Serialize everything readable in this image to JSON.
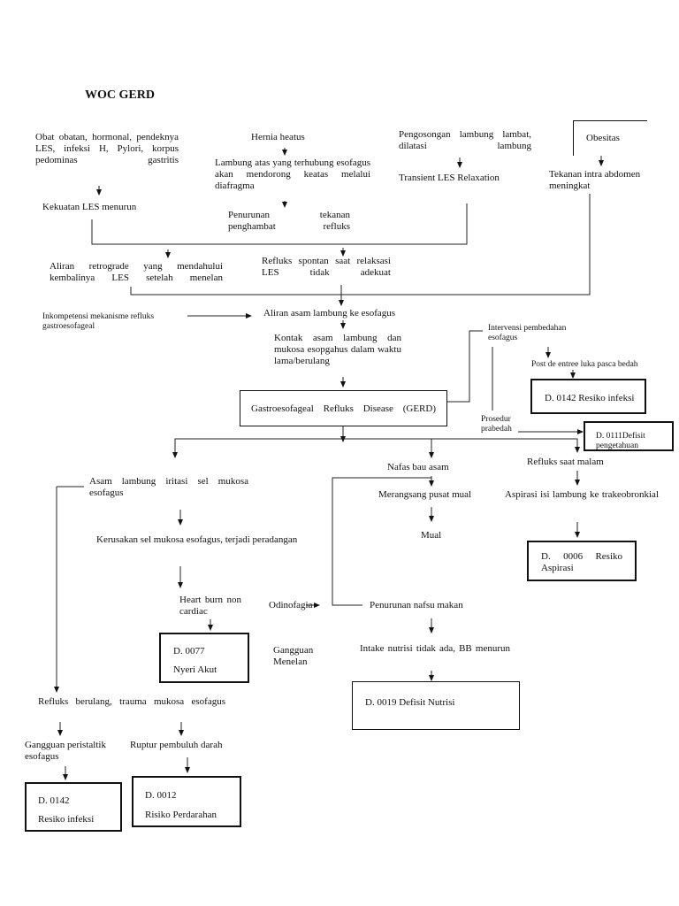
{
  "title": "WOC GERD",
  "nodes": {
    "obat": "Obat obatan, hormonal, pendeknya LES, infeksi H, Pylori, korpus pedominas gastritis",
    "kekuatan_les": "Kekuatan LES menurun",
    "hernia": "Hernia heatus",
    "lambung_atas": "Lambung atas yang terhubung esofagus akan mendorong keatas melalui diafragma",
    "penurunan_tekanan": "Penurunan tekanan penghambat refluks",
    "pengosongan": "Pengosongan lambung lambat, dilatasi lambung",
    "transient": "Transient LES Relaxation",
    "obesitas": "Obesitas",
    "tekanan_abdomen": "Tekanan intra abdomen meningkat",
    "aliran_retrograde": "Aliran retrograde yang mendahului kembalinya LES setelah menelan",
    "refluks_spontan": "Refluks spontan saat relaksasi LES tidak adekuat",
    "inkompetensi": "Inkompetensi mekanisme refluks gastroesofageal",
    "aliran_asam": "Aliran asam lambung ke esofagus",
    "kontak_asam": "Kontak asam lambung dan mukosa esopgahus dalam waktu lama/berulang",
    "gerd": "Gastroesofageal Refluks Disease (GERD)",
    "intervensi": "Intervensi pembedahan esofagus",
    "post_de_entree": "Post de entree luka pasca bedah",
    "d0142_top": "D. 0142 Resiko infeksi",
    "prosedur": "Prosedur prabedah",
    "d0111": "D. 0111Defisit pengetahuan",
    "asam_iritasi": "Asam lambung iritasi sel mukosa esofagus",
    "kerusakan": "Kerusakan sel mukosa esofagus, terjadi peradangan",
    "heart_burn": "Heart burn non cardiac",
    "d0077_code": "D. 0077",
    "d0077_label": "Nyeri Akut",
    "odinofagia": "Odinofagia",
    "gangguan_menelan": "Gangguan Menelan",
    "nafas_bau": "Nafas bau asam",
    "merangsang": "Merangsang pusat mual",
    "mual": "Mual",
    "penurunan_nafsu": "Penurunan nafsu makan",
    "intake": "Intake nutrisi tidak ada, BB menurun",
    "d0019": "D. 0019 Defisit Nutrisi",
    "refluks_malam": "Refluks saat malam",
    "aspirasi": "Aspirasi isi lambung ke trakeobronkial",
    "d0006": "D. 0006 Resiko Aspirasi",
    "refluks_berulang": "Refluks berulang, trauma mukosa esofagus",
    "gangguan_peristaltik": "Gangguan peristaltik esofagus",
    "d0142_bottom_code": "D. 0142",
    "d0142_bottom_label": "Resiko infeksi",
    "ruptur": "Ruptur pembuluh darah",
    "d0012_code": "D. 0012",
    "d0012_label": "Risiko Perdarahan"
  }
}
